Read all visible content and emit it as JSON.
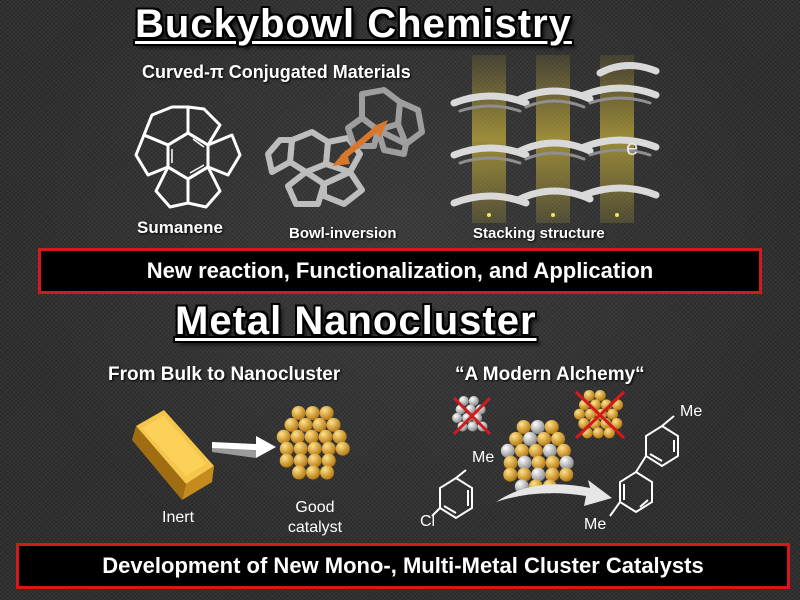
{
  "sections": {
    "buckybowl": {
      "title": "Buckybowl Chemistry",
      "subtitle": "Curved-π Conjugated Materials",
      "labels": {
        "sumanene": "Sumanene",
        "bowl_inversion": "Bowl-inversion",
        "stacking": "Stacking structure",
        "electron": "e⁻"
      },
      "banner": "New reaction, Functionalization, and Application"
    },
    "metal": {
      "title": "Metal Nanocluster",
      "left_heading": "From Bulk to Nanocluster",
      "right_heading": "“A Modern Alchemy“",
      "inert": "Inert",
      "good_catalyst_line1": "Good",
      "good_catalyst_line2": "catalyst",
      "substituents": {
        "me_top": "Me",
        "me_mid": "Me",
        "me_bottom": "Me",
        "cl": "Cl"
      },
      "banner": "Development of New Mono-, Multi-Metal Cluster Catalysts"
    }
  },
  "colors": {
    "banner_border": "#d3191c",
    "gold": "#e6a52a",
    "arrow_orange": "#d9782c",
    "stack_glow": "#f0d23c"
  },
  "icons": {
    "gold_bar": "gold-bar-icon",
    "cluster": "nanocluster-icon",
    "cross": "red-cross-icon"
  }
}
